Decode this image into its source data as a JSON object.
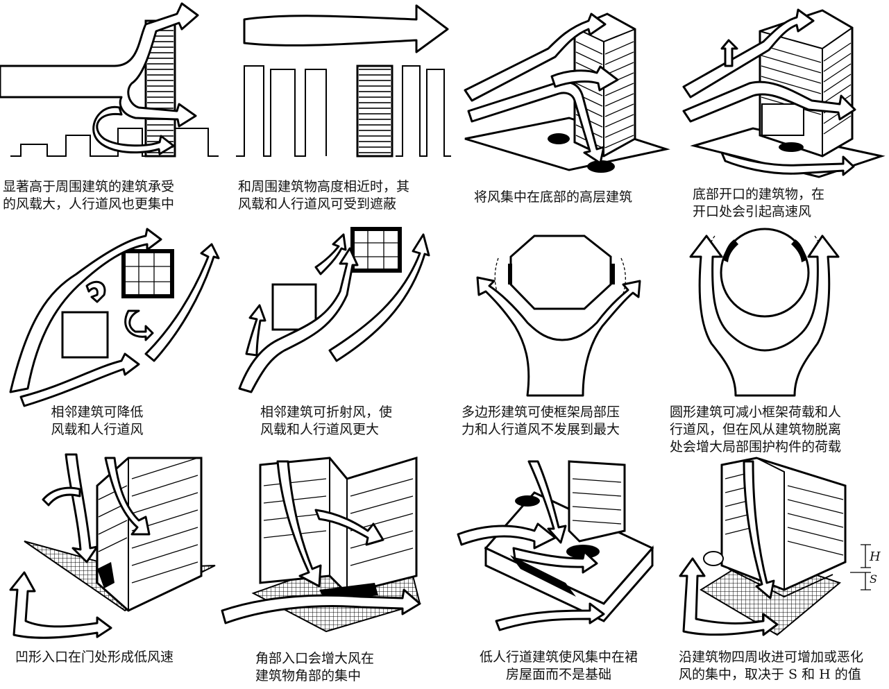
{
  "figure": {
    "symbols": {
      "height": "H",
      "setback": "S"
    },
    "panels": [
      {
        "id": "p1",
        "lines": [
          "显著高于周围建筑的建筑承受",
          "的风载大，人行道风也更集中"
        ]
      },
      {
        "id": "p2",
        "lines": [
          "和周围建筑物高度相近时，其",
          "风载和人行道风可受到遮蔽"
        ]
      },
      {
        "id": "p3",
        "lines": [
          "将风集中在底部的高层建筑"
        ]
      },
      {
        "id": "p4",
        "lines": [
          "底部开口的建筑物，在",
          "开口处会引起高速风"
        ]
      },
      {
        "id": "p5",
        "lines": [
          "相邻建筑可降低",
          "风载和人行道风"
        ]
      },
      {
        "id": "p6",
        "lines": [
          "相邻建筑可折射风，使",
          "风载和人行道风更大"
        ]
      },
      {
        "id": "p7",
        "lines": [
          "多边形建筑可使框架局部压",
          "力和人行道风不发展到最大"
        ]
      },
      {
        "id": "p8",
        "lines": [
          "圆形建筑可减小框架荷载和人",
          "行道风，但在风从建筑物脱离",
          "处会增大局部围护构件的荷载"
        ]
      },
      {
        "id": "p9",
        "lines": [
          "凹形入口在门处形成低风速"
        ]
      },
      {
        "id": "p10",
        "lines": [
          "角部入口会增大风在",
          "建筑物角部的集中"
        ]
      },
      {
        "id": "p11",
        "lines": [
          "低人行道建筑使风集中在裙",
          "房屋面而不是基础"
        ]
      },
      {
        "id": "p12",
        "lines": [
          "沿建筑物四周收进可增加或恶化",
          "风的集中，取决于 S 和 H 的值"
        ]
      }
    ]
  }
}
